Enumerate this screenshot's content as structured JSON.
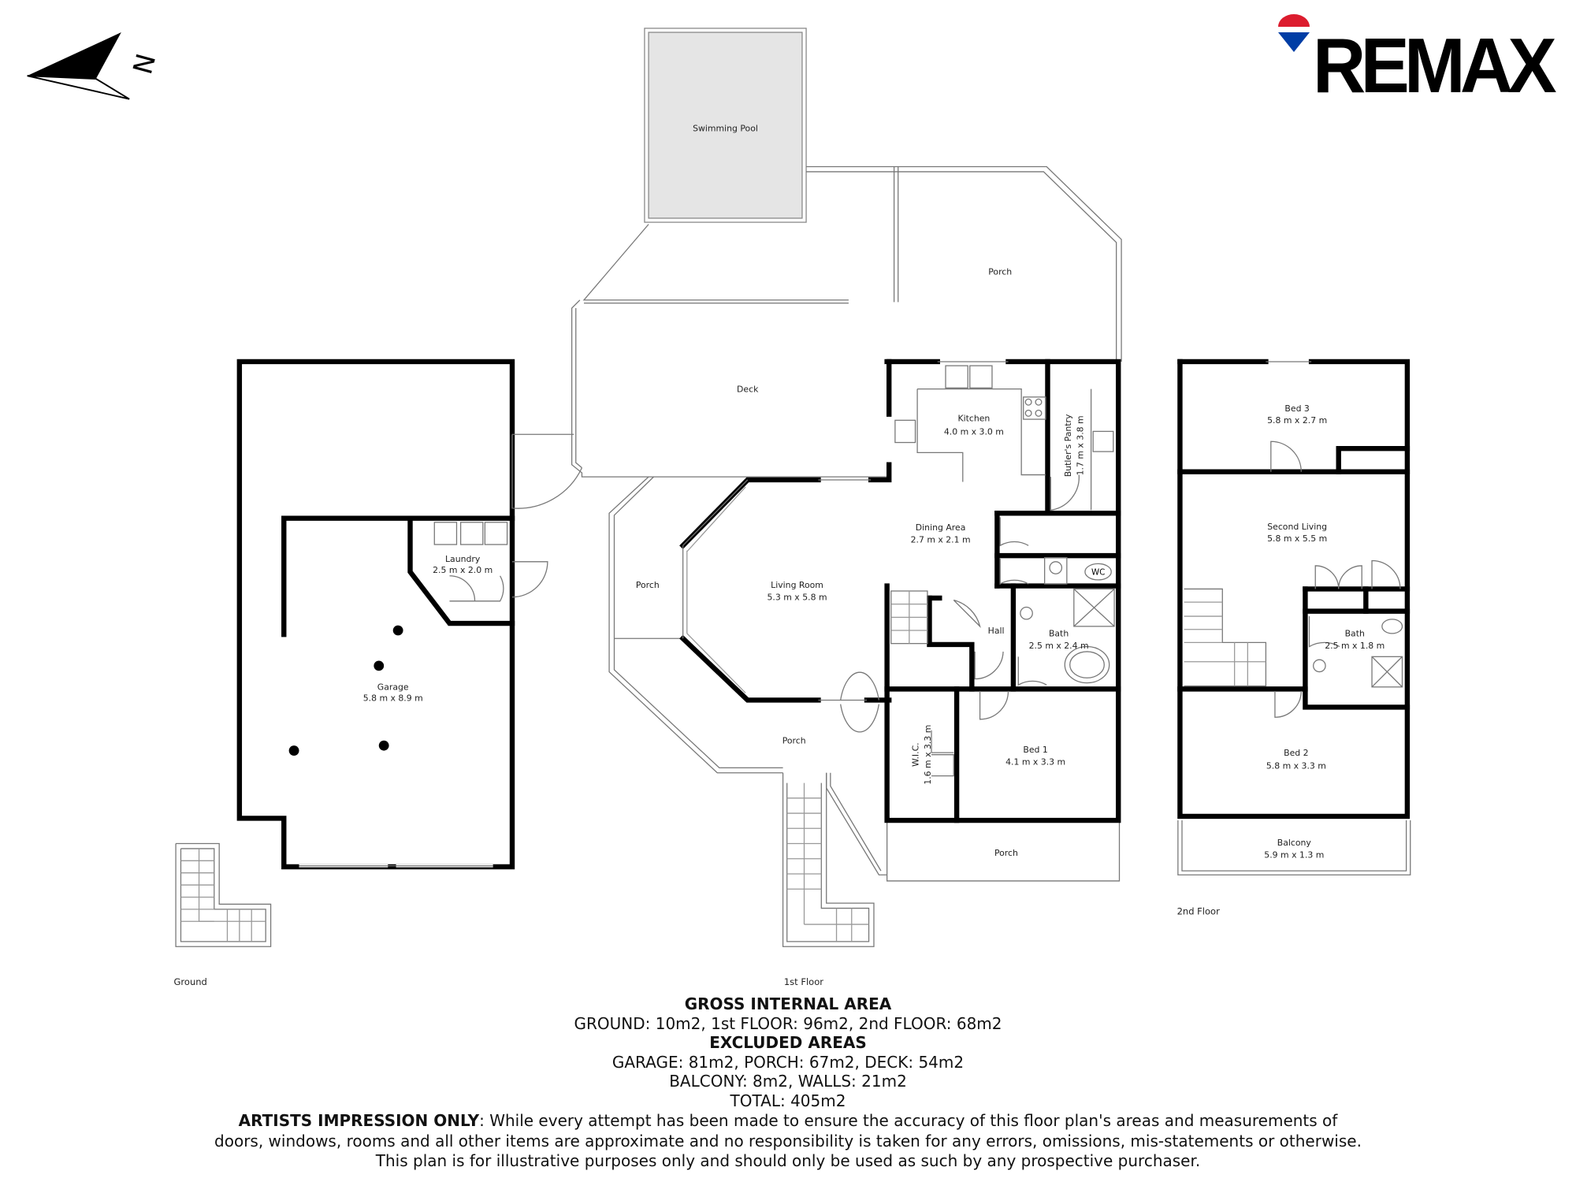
{
  "brand": {
    "logo_text": "REMAX",
    "colors": {
      "red": "#dc1c2e",
      "blue": "#003da5"
    }
  },
  "compass": {
    "label": "N"
  },
  "floors": {
    "ground": {
      "label": "Ground"
    },
    "first": {
      "label": "1st Floor"
    },
    "second": {
      "label": "2nd Floor"
    }
  },
  "rooms": {
    "pool": {
      "name": "Swimming Pool"
    },
    "porch_top": {
      "name": "Porch"
    },
    "deck": {
      "name": "Deck"
    },
    "kitchen": {
      "name": "Kitchen",
      "dims": "4.0 m x 3.0 m"
    },
    "pantry": {
      "name": "Butler's Pantry",
      "dims": "1.7 m x 3.8 m"
    },
    "dining": {
      "name": "Dining Area",
      "dims": "2.7 m x 2.1 m"
    },
    "living": {
      "name": "Living Room",
      "dims": "5.3 m x 5.8 m"
    },
    "porch_left": {
      "name": "Porch"
    },
    "porch_bottom": {
      "name": "Porch"
    },
    "porch_bed1": {
      "name": "Porch"
    },
    "wc": {
      "name": "WC"
    },
    "hall": {
      "name": "Hall"
    },
    "bath1": {
      "name": "Bath",
      "dims": "2.5 m x 2.4 m"
    },
    "wic": {
      "name": "W.I.C.",
      "dims": "1.6 m x 3.3 m"
    },
    "bed1": {
      "name": "Bed 1",
      "dims": "4.1 m x 3.3 m"
    },
    "laundry": {
      "name": "Laundry",
      "dims": "2.5 m x 2.0 m"
    },
    "garage": {
      "name": "Garage",
      "dims": "5.8 m x 8.9 m"
    },
    "bed3": {
      "name": "Bed 3",
      "dims": "5.8 m x 2.7 m"
    },
    "second_living": {
      "name": "Second Living",
      "dims": "5.8 m x 5.5 m"
    },
    "bath2": {
      "name": "Bath",
      "dims": "2.5 m x 1.8 m"
    },
    "bed2": {
      "name": "Bed 2",
      "dims": "5.8 m x 3.3 m"
    },
    "balcony": {
      "name": "Balcony",
      "dims": "5.9 m x 1.3 m"
    }
  },
  "areas": {
    "gross_heading": "GROSS INTERNAL AREA",
    "gross_line": "GROUND: 10m2, 1st FLOOR: 96m2, 2nd FLOOR: 68m2",
    "excluded_heading": "EXCLUDED AREAS",
    "excluded_line1": "GARAGE: 81m2, PORCH: 67m2, DECK: 54m2",
    "excluded_line2": "BALCONY: 8m2, WALLS: 21m2",
    "total": "TOTAL: 405m2"
  },
  "disclaimer": {
    "bold": "ARTISTS IMPRESSION ONLY",
    "line1": ": While every attempt has been made to ensure the accuracy of this floor plan's areas and measurements of",
    "line2": "doors, windows, rooms and all other items are approximate and no responsibility is taken for any errors, omissions, mis-statements or otherwise.",
    "line3": "This plan is for illustrative purposes only and should only be used as such by any prospective purchaser."
  }
}
